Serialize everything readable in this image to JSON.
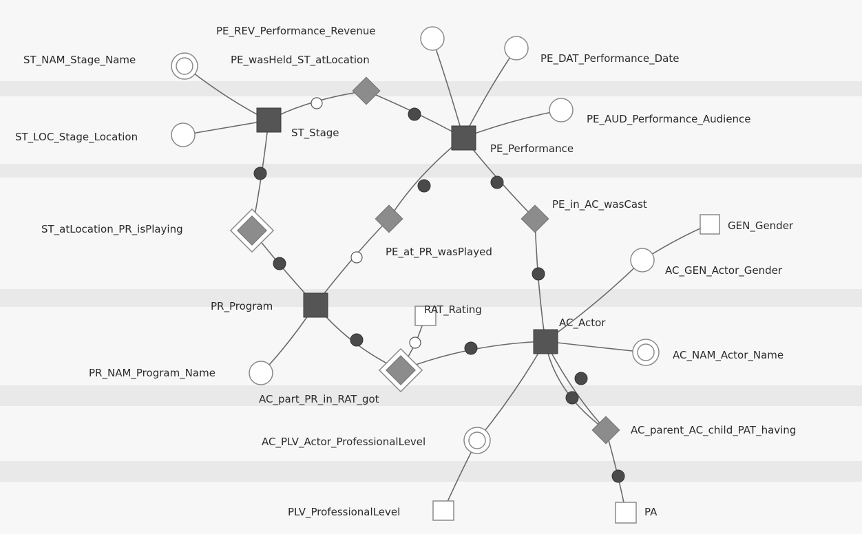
{
  "diagram": {
    "colors": {
      "background": "#f7f7f7",
      "anchor": "#555555",
      "tie": "#8c8c8c",
      "edge": "#6a6a6a"
    },
    "anchors": {
      "st_stage": "ST_Stage",
      "pe_performance": "PE_Performance",
      "pr_program": "PR_Program",
      "ac_actor": "AC_Actor"
    },
    "attributes": {
      "st_nam": "ST_NAM_Stage_Name",
      "st_loc": "ST_LOC_Stage_Location",
      "pe_rev": "PE_REV_Performance_Revenue",
      "pe_dat": "PE_DAT_Performance_Date",
      "pe_aud": "PE_AUD_Performance_Audience",
      "ac_gen": "AC_GEN_Actor_Gender",
      "ac_nam": "AC_NAM_Actor_Name",
      "ac_plv": "AC_PLV_Actor_ProfessionalLevel",
      "pr_nam": "PR_NAM_Program_Name"
    },
    "ties": {
      "pe_held_st": "PE_wasHeld_ST_atLocation",
      "st_pr_playing": "ST_atLocation_PR_isPlaying",
      "pe_pr_played": "PE_at_PR_wasPlayed",
      "pe_ac_cast": "PE_in_AC_wasCast",
      "ac_pr_rat": "AC_part_PR_in_RAT_got",
      "ac_parent_child": "AC_parent_AC_child_PAT_having"
    },
    "knots": {
      "gen": "GEN_Gender",
      "rat": "RAT_Rating",
      "plv": "PLV_ProfessionalLevel",
      "pat": "PA"
    }
  }
}
